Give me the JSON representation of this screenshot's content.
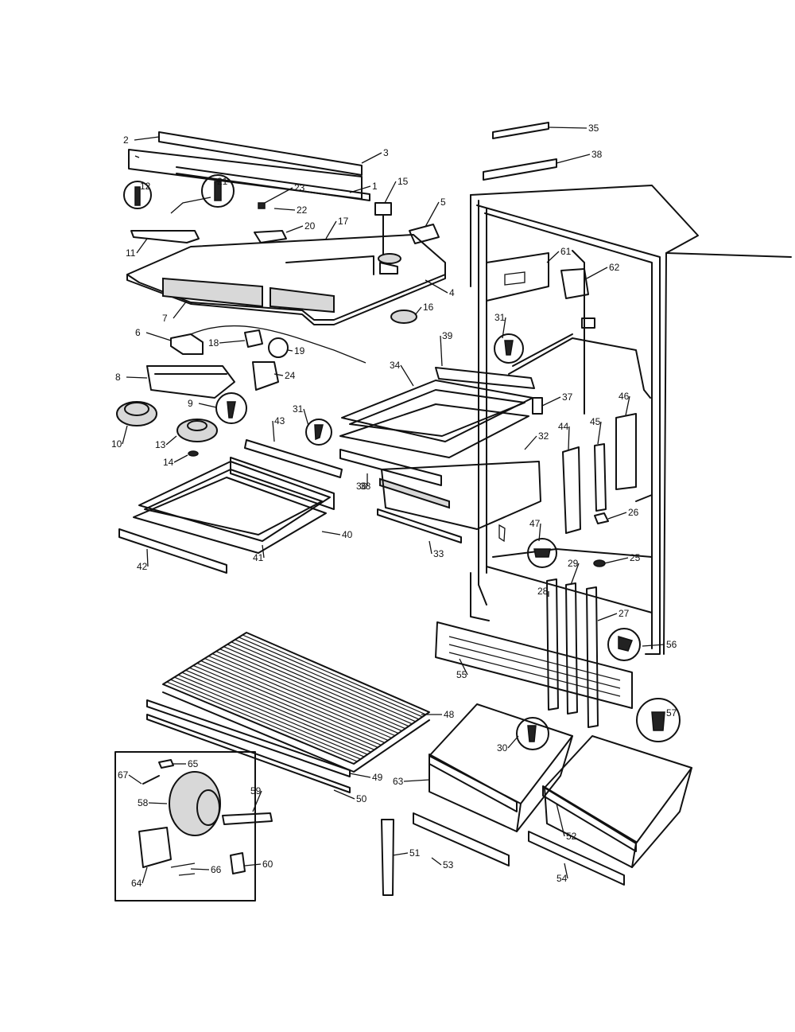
{
  "diagram": {
    "callouts": [
      {
        "id": "c1",
        "text": "1"
      },
      {
        "id": "c2",
        "text": "2"
      },
      {
        "id": "c3",
        "text": "3"
      },
      {
        "id": "c4",
        "text": "4"
      },
      {
        "id": "c5",
        "text": "5"
      },
      {
        "id": "c6",
        "text": "6"
      },
      {
        "id": "c7",
        "text": "7"
      },
      {
        "id": "c8",
        "text": "8"
      },
      {
        "id": "c9",
        "text": "9"
      },
      {
        "id": "c10",
        "text": "10"
      },
      {
        "id": "c11",
        "text": "11"
      },
      {
        "id": "c12",
        "text": "12"
      },
      {
        "id": "c13",
        "text": "13"
      },
      {
        "id": "c14",
        "text": "14"
      },
      {
        "id": "c15",
        "text": "15"
      },
      {
        "id": "c16",
        "text": "16"
      },
      {
        "id": "c17",
        "text": "17"
      },
      {
        "id": "c18",
        "text": "18"
      },
      {
        "id": "c19",
        "text": "19"
      },
      {
        "id": "c20",
        "text": "20"
      },
      {
        "id": "c21",
        "text": "21"
      },
      {
        "id": "c22",
        "text": "22"
      },
      {
        "id": "c23",
        "text": "23"
      },
      {
        "id": "c24",
        "text": "24"
      },
      {
        "id": "c25",
        "text": "25"
      },
      {
        "id": "c26",
        "text": "26"
      },
      {
        "id": "c27",
        "text": "27"
      },
      {
        "id": "c28",
        "text": "28"
      },
      {
        "id": "c29",
        "text": "29"
      },
      {
        "id": "c30",
        "text": "30"
      },
      {
        "id": "c31a",
        "text": "31"
      },
      {
        "id": "c31b",
        "text": "31"
      },
      {
        "id": "c32",
        "text": "32"
      },
      {
        "id": "c33",
        "text": "33"
      },
      {
        "id": "c34",
        "text": "34"
      },
      {
        "id": "c35",
        "text": "35"
      },
      {
        "id": "c36",
        "text": "36"
      },
      {
        "id": "c37",
        "text": "37"
      },
      {
        "id": "c38a",
        "text": "38"
      },
      {
        "id": "c38b",
        "text": "38"
      },
      {
        "id": "c39",
        "text": "39"
      },
      {
        "id": "c40",
        "text": "40"
      },
      {
        "id": "c41",
        "text": "41"
      },
      {
        "id": "c42",
        "text": "42"
      },
      {
        "id": "c43",
        "text": "43"
      },
      {
        "id": "c44",
        "text": "44"
      },
      {
        "id": "c45",
        "text": "45"
      },
      {
        "id": "c46",
        "text": "46"
      },
      {
        "id": "c47",
        "text": "47"
      },
      {
        "id": "c48",
        "text": "48"
      },
      {
        "id": "c49",
        "text": "49"
      },
      {
        "id": "c50",
        "text": "50"
      },
      {
        "id": "c51",
        "text": "51"
      },
      {
        "id": "c52",
        "text": "52"
      },
      {
        "id": "c53",
        "text": "53"
      },
      {
        "id": "c54",
        "text": "54"
      },
      {
        "id": "c55",
        "text": "55"
      },
      {
        "id": "c56",
        "text": "56"
      },
      {
        "id": "c57",
        "text": "57"
      },
      {
        "id": "c58",
        "text": "58"
      },
      {
        "id": "c59",
        "text": "59"
      },
      {
        "id": "c60",
        "text": "60"
      },
      {
        "id": "c61",
        "text": "61"
      },
      {
        "id": "c62",
        "text": "62"
      },
      {
        "id": "c63",
        "text": "63"
      },
      {
        "id": "c64",
        "text": "64"
      },
      {
        "id": "c65",
        "text": "65"
      },
      {
        "id": "c66",
        "text": "66"
      },
      {
        "id": "c67",
        "text": "67"
      }
    ]
  }
}
